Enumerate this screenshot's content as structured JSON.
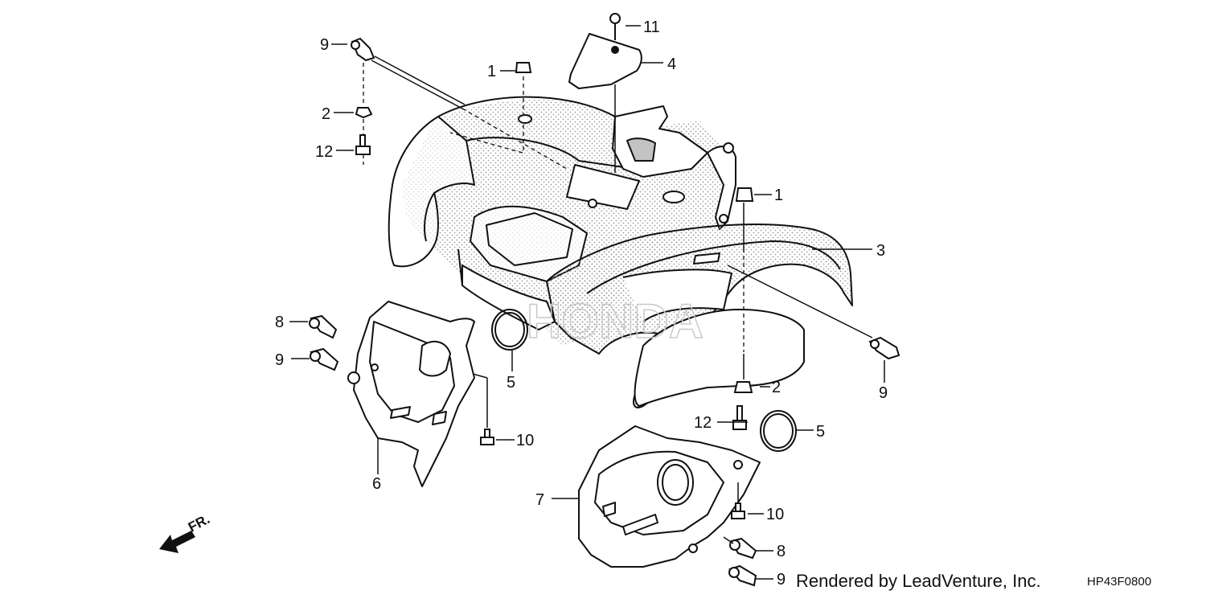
{
  "diagram": {
    "parts": [
      {
        "id": "callout-1a",
        "label": "1"
      },
      {
        "id": "callout-1b",
        "label": "1"
      },
      {
        "id": "callout-2a",
        "label": "2"
      },
      {
        "id": "callout-2b",
        "label": "2"
      },
      {
        "id": "callout-3",
        "label": "3"
      },
      {
        "id": "callout-4",
        "label": "4"
      },
      {
        "id": "callout-5a",
        "label": "5"
      },
      {
        "id": "callout-5b",
        "label": "5"
      },
      {
        "id": "callout-6",
        "label": "6"
      },
      {
        "id": "callout-7",
        "label": "7"
      },
      {
        "id": "callout-8a",
        "label": "8"
      },
      {
        "id": "callout-8b",
        "label": "8"
      },
      {
        "id": "callout-9a",
        "label": "9"
      },
      {
        "id": "callout-9b",
        "label": "9"
      },
      {
        "id": "callout-9c",
        "label": "9"
      },
      {
        "id": "callout-9d",
        "label": "9"
      },
      {
        "id": "callout-10a",
        "label": "10"
      },
      {
        "id": "callout-10b",
        "label": "10"
      },
      {
        "id": "callout-11",
        "label": "11"
      },
      {
        "id": "callout-12a",
        "label": "12"
      },
      {
        "id": "callout-12b",
        "label": "12"
      }
    ],
    "direction_label": "FR.",
    "watermark": "HONDA"
  },
  "footer": {
    "rendered_by": "Rendered by LeadVenture, Inc.",
    "diagram_code": "HP43F0800"
  },
  "colors": {
    "ink": "#111111",
    "stipple": "#9a9a9a",
    "paper": "#ffffff"
  }
}
